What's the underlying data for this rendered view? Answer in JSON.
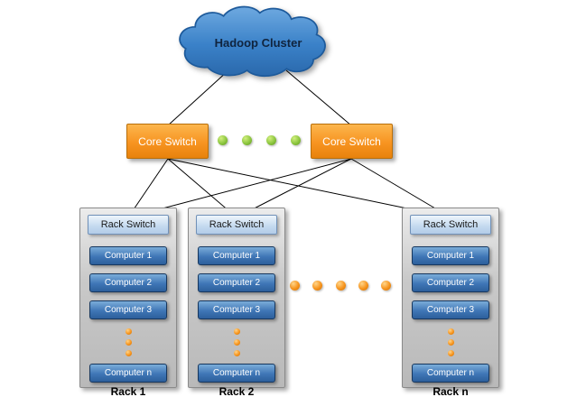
{
  "diagram": {
    "cloud_label": "Hadoop Cluster",
    "core_switches": [
      {
        "label": "Core Switch"
      },
      {
        "label": "Core Switch"
      }
    ],
    "racks": [
      {
        "switch_label": "Rack Switch",
        "computers": [
          "Computer 1",
          "Computer 2",
          "Computer 3"
        ],
        "computer_n": "Computer n",
        "name": "Rack 1"
      },
      {
        "switch_label": "Rack Switch",
        "computers": [
          "Computer 1",
          "Computer 2",
          "Computer 3"
        ],
        "computer_n": "Computer n",
        "name": "Rack 2"
      },
      {
        "switch_label": "Rack Switch",
        "computers": [
          "Computer 1",
          "Computer 2",
          "Computer 3"
        ],
        "computer_n": "Computer n",
        "name": "Rack n"
      }
    ],
    "colors": {
      "cloud_fill": "#3a81c8",
      "core_switch_fill": "#f79421",
      "computer_fill": "#3f76b6",
      "rack_switch_fill": "#c3d9ef",
      "rack_fill": "#c9c9c9",
      "green_dot": "#8cc63f",
      "orange_dot": "#f7941d",
      "connector_line": "#000000"
    }
  }
}
